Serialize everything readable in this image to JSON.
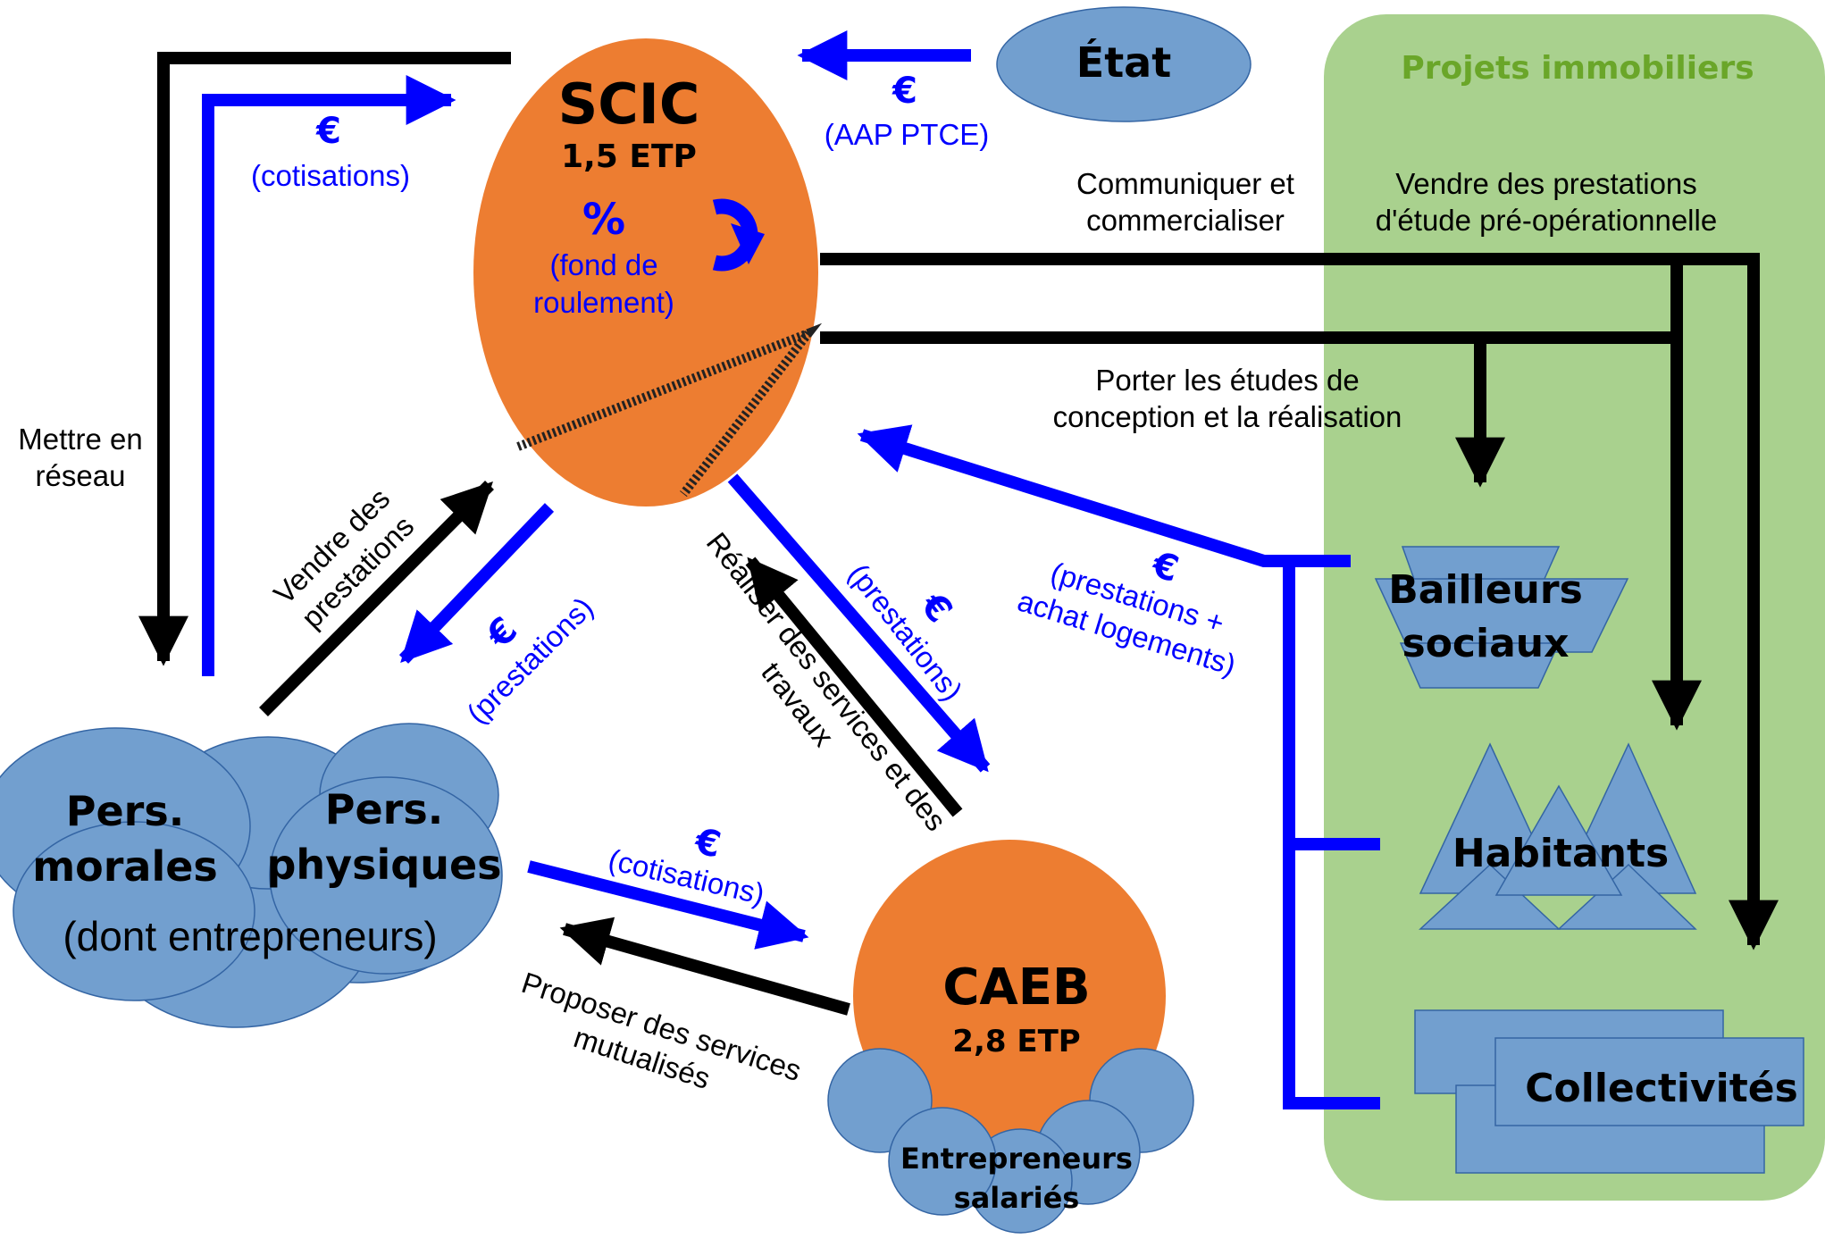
{
  "colors": {
    "orange": "#ed7d31",
    "blue_shape": "#729fcf",
    "arrow_blue": "#0000ff",
    "green_panel": "#a9d18e",
    "green_title": "#6aa629",
    "black": "#000000"
  },
  "scic": {
    "title": "SCIC",
    "etp": "1,5 ETP",
    "percent": "%",
    "fund_l1": "(fond de",
    "fund_l2": "roulement)",
    "icon": "refresh-icon"
  },
  "etat": {
    "title": "État"
  },
  "caeb": {
    "title": "CAEB",
    "etp": "2,8 ETP",
    "entrepreneurs_l1": "Entrepreneurs",
    "entrepreneurs_l2": "salariés"
  },
  "persons": {
    "morales_l1": "Pers.",
    "morales_l2": "morales",
    "physiques_l1": "Pers.",
    "physiques_l2": "physiques",
    "dont": "(dont entrepreneurs)"
  },
  "projets": {
    "title": "Projets immobiliers",
    "bailleurs_l1": "Bailleurs",
    "bailleurs_l2": "sociaux",
    "habitants": "Habitants",
    "collectivites": "Collectivités"
  },
  "labels": {
    "euro": "€",
    "aap": "(AAP PTCE)",
    "cotisations": "(cotisations)",
    "mettre_l1": "Mettre en",
    "mettre_l2": "réseau",
    "vendre_l1": "Vendre des",
    "vendre_l2": "prestations",
    "prestations": "(prestations)",
    "realiser_l1": "Réaliser des services et des",
    "realiser_l2": "travaux",
    "achat_l1": "(prestations +",
    "achat_l2": "achat logements)",
    "communiquer_l1": "Communiquer et",
    "communiquer_l2": "commercialiser",
    "vendre_etude_l1": "Vendre des prestations",
    "vendre_etude_l2": "d'étude pré-opérationnelle",
    "porter_l1": "Porter les études de",
    "porter_l2": "conception et la réalisation",
    "proposer_l1": "Proposer des services",
    "proposer_l2": "mutualisés"
  }
}
